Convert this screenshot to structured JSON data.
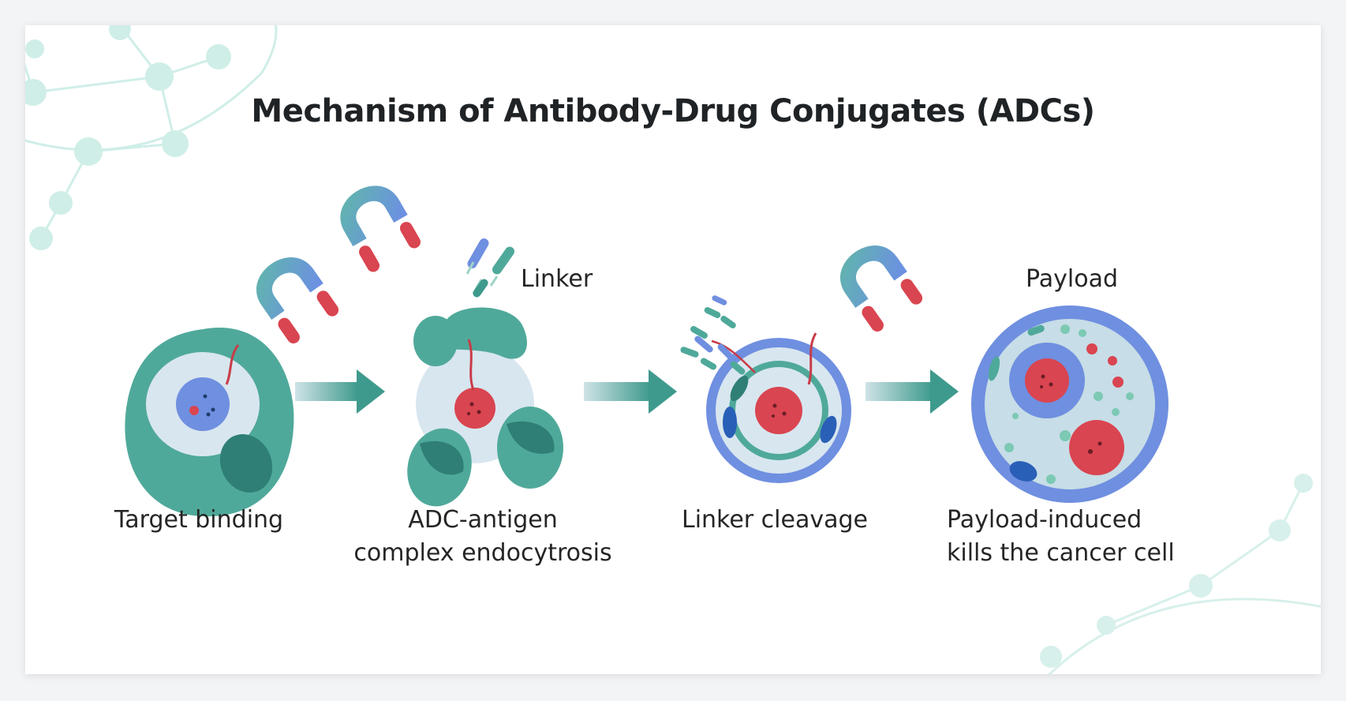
{
  "title": "Mechanism of Antibody-Drug Conjugates (ADCs)",
  "labels": {
    "linker": "Linker",
    "payload": "Payload"
  },
  "steps": [
    {
      "caption_lines": [
        "Target binding"
      ]
    },
    {
      "caption_lines": [
        "ADC-antigen",
        "complex endocytrosis"
      ]
    },
    {
      "caption_lines": [
        "Linker cleavage"
      ]
    },
    {
      "caption_lines": [
        "Payload-induced",
        "kills the cancer cell"
      ]
    }
  ],
  "colors": {
    "teal": "#4fa99a",
    "teal_dark": "#2f7f76",
    "light_blue": "#d8e6ef",
    "blue": "#6f8fe0",
    "red": "#d94550",
    "decor": "#cfeee8"
  }
}
